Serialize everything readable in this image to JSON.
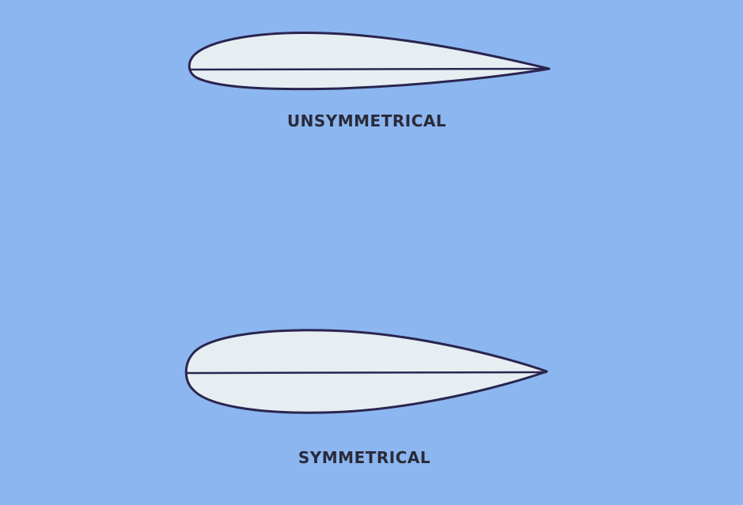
{
  "airfoils": [
    {
      "label": "UNSYMMETRICAL",
      "kind": "unsymmetrical"
    },
    {
      "label": "SYMMETRICAL",
      "kind": "symmetrical"
    }
  ],
  "colors": {
    "background": "#8cb6ef",
    "airfoil_fill": "#e6eef2",
    "outline": "#2a2550",
    "text": "#2a2a3a"
  }
}
